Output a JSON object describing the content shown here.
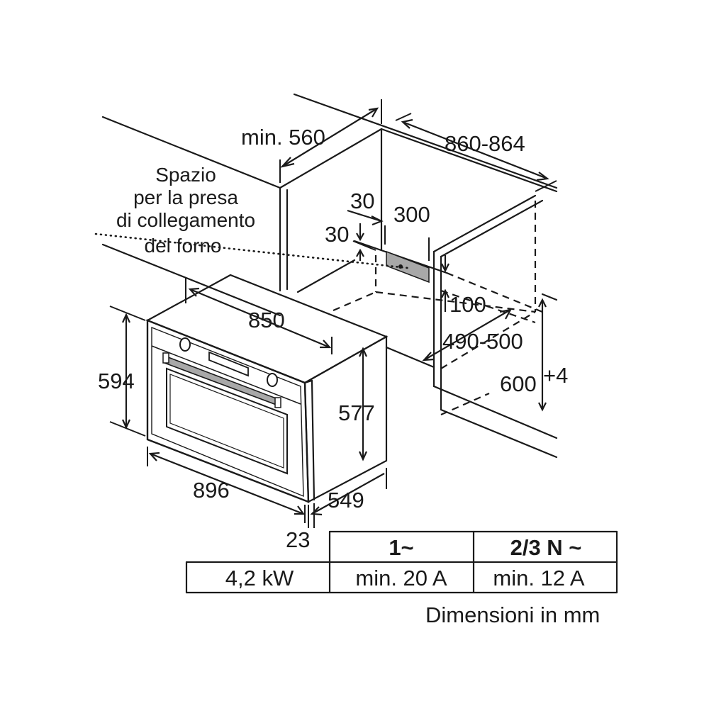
{
  "labels": {
    "socket_note_1": "Spazio",
    "socket_note_2": "per la presa",
    "socket_note_3": "di collegamento",
    "socket_note_4": "del forno",
    "units": "Dimensioni in mm"
  },
  "dimensions": {
    "niche_depth": "min. 560",
    "niche_width": "860-864",
    "socket_offset_top": "30",
    "socket_offset_side": "30",
    "socket_width": "300",
    "socket_height": "100",
    "niche_inner_depth": "490-500",
    "niche_height": "600",
    "niche_height_tol": "+4",
    "oven_top_width": "850",
    "oven_height": "594",
    "oven_body_height": "577",
    "oven_width": "896",
    "oven_depth": "549",
    "front_thickness": "23"
  },
  "table": {
    "headers": [
      "1~",
      "2/3 N ~"
    ],
    "row_label": "4,2 kW",
    "row_values": [
      "min. 20 A",
      "min. 12 A"
    ]
  }
}
